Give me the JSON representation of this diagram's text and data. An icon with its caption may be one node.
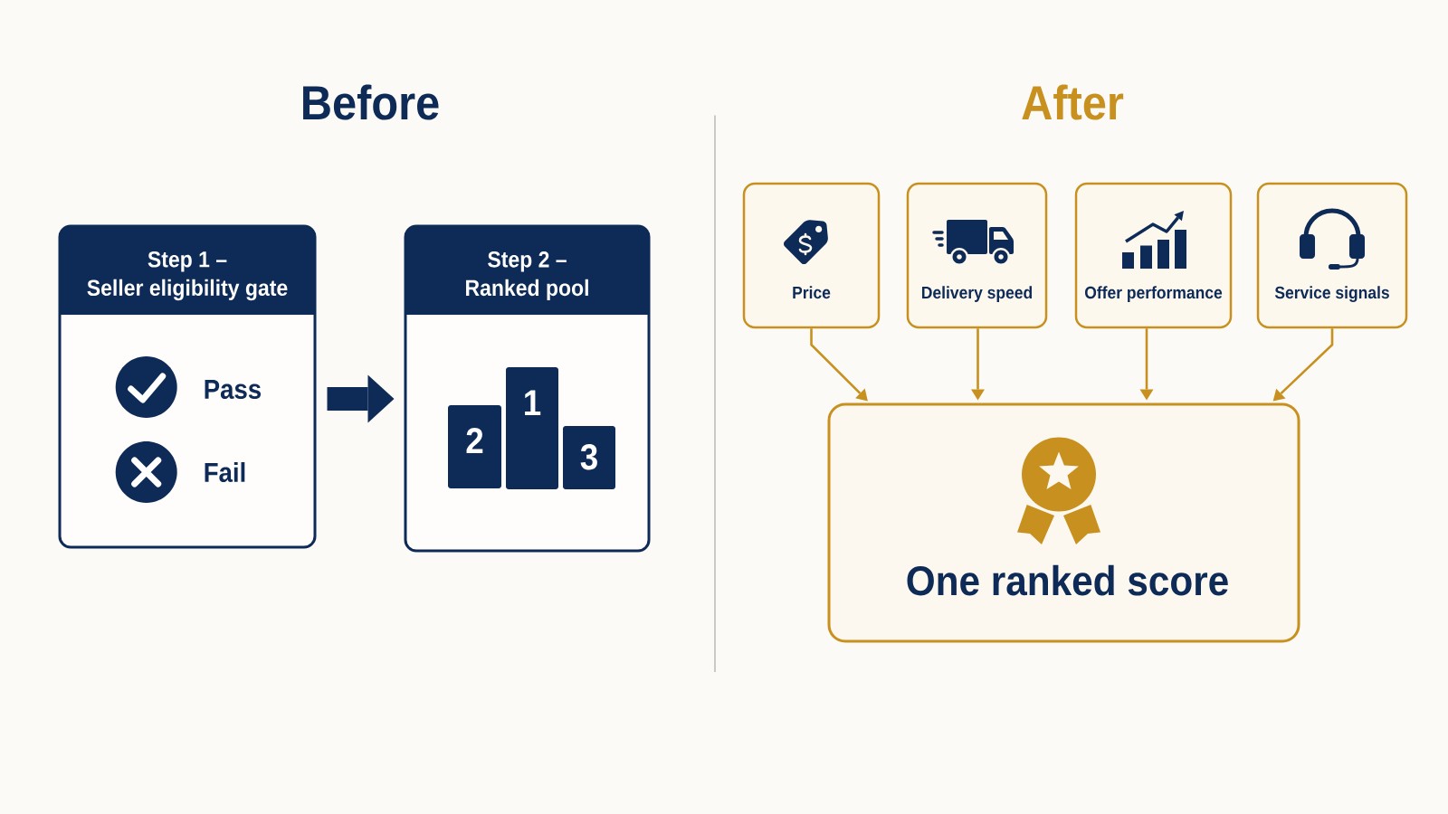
{
  "diagram": {
    "nodes": [
      {
        "text": [
          "Step 1 – Seller eligibility gate",
          "Pass",
          "Fail"
        ]
      },
      {
        "text": [
          "Step 2 – Ranked pool"
        ]
      },
      {
        "text": [
          "2"
        ],
        "in": 1
      },
      {
        "text": [
          "1"
        ],
        "in": 1
      },
      {
        "text": [
          "3"
        ],
        "in": 1
      },
      {
        "text": [
          "Price"
        ]
      },
      {
        "text": [
          "Delivery speed"
        ]
      },
      {
        "text": [
          "Offer performance"
        ]
      },
      {
        "text": [
          "Service signals"
        ]
      },
      {
        "text": [
          "One ranked score"
        ]
      }
    ],
    "edges": [
      {
        "from": 0,
        "to": 1,
        "arrow": "to",
        "style": "thick",
        "color": "#0e2a56"
      },
      {
        "from": 5,
        "to": 9,
        "arrow": "to"
      },
      {
        "from": 6,
        "to": 9,
        "arrow": "to"
      },
      {
        "from": 7,
        "to": 9,
        "arrow": "to"
      },
      {
        "from": 8,
        "to": 9,
        "arrow": "to"
      }
    ],
    "labels": [
      "Before",
      "After"
    ]
  }
}
